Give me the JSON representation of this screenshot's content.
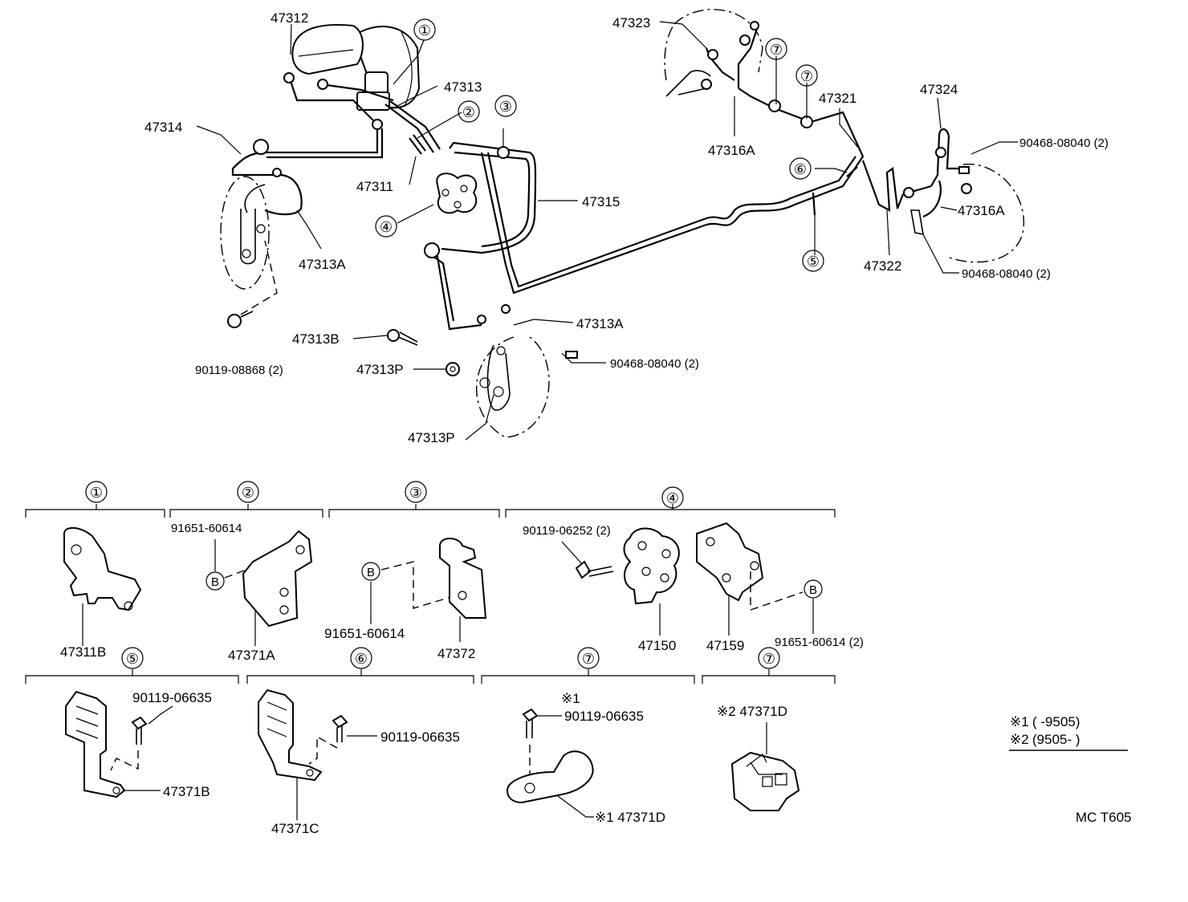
{
  "diagram_code": "MC T605",
  "legend": {
    "note1_mark": "※1",
    "note1_range": "(        -9505)",
    "note2_mark": "※2",
    "note2_range": "(9505-        )"
  },
  "section_markers": [
    "①",
    "②",
    "③",
    "④",
    "⑤",
    "⑥",
    "⑦"
  ],
  "callouts": {
    "c1": "①",
    "c2": "②",
    "c3": "③",
    "c4": "④",
    "c5": "⑤",
    "c6": "⑥",
    "c7a": "⑦",
    "c7b": "⑦"
  },
  "main_labels": {
    "p47312": "47312",
    "p47313": "47313",
    "p47314": "47314",
    "p47311": "47311",
    "p47315": "47315",
    "p47313A_left": "47313A",
    "p47313A_mid": "47313A",
    "p47313B": "47313B",
    "p47313P_a": "47313P",
    "p47313P_b": "47313P",
    "p90119_08868": "90119-08868 (2)",
    "p90468_mid": "90468-08040 (2)",
    "p47323": "47323",
    "p47316A_left": "47316A",
    "p47321": "47321",
    "p47324": "47324",
    "p90468_top": "90468-08040 (2)",
    "p47316A_right": "47316A",
    "p47322": "47322",
    "p90468_bottom": "90468-08040 (2)"
  },
  "details": {
    "d1": {
      "marker": "①",
      "part": "47311B"
    },
    "d2": {
      "marker": "②",
      "bolt": "91651-60614",
      "b": "B",
      "part": "47371A"
    },
    "d3": {
      "marker": "③",
      "b": "B",
      "bolt": "91651-60614",
      "part": "47372"
    },
    "d4": {
      "marker": "④",
      "bolt": "90119-06252 (2)",
      "part_a": "47150",
      "part_b": "47159",
      "b": "B",
      "bolt_b": "91651-60614 (2)"
    },
    "d5": {
      "marker": "⑤",
      "bolt": "90119-06635",
      "part": "47371B"
    },
    "d6": {
      "marker": "⑥",
      "bolt": "90119-06635",
      "part": "47371C"
    },
    "d7a": {
      "marker": "⑦",
      "note": "※1",
      "bolt": "90119-06635",
      "part": "※1 47371D"
    },
    "d7b": {
      "marker": "⑦",
      "part": "※2 47371D"
    }
  }
}
